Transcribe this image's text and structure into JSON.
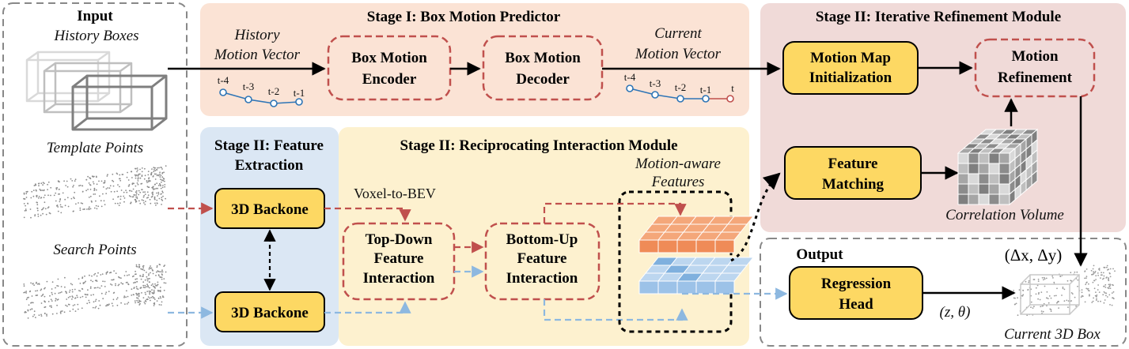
{
  "input": {
    "title": "Input",
    "history_boxes": "History Boxes",
    "template_points": "Template Points",
    "search_points": "Search Points"
  },
  "stage1": {
    "title": "Stage I: Box Motion Predictor",
    "history_label_1": "History",
    "history_label_2": "Motion Vector",
    "encoder_1": "Box Motion",
    "encoder_2": "Encoder",
    "decoder_1": "Box Motion",
    "decoder_2": "Decoder",
    "current_label_1": "Current",
    "current_label_2": "Motion Vector",
    "hist_ticks": [
      "t-4",
      "t-3",
      "t-2",
      "t-1"
    ],
    "curr_ticks": [
      "t-4",
      "t-3",
      "t-2",
      "t-1",
      "t"
    ]
  },
  "stage2_feature": {
    "title_1": "Stage II: Feature",
    "title_2": "Extraction",
    "backbone_top": "3D Backone",
    "backbone_bottom": "3D Backone"
  },
  "stage2_interaction": {
    "title": "Stage II: Reciprocating Interaction Module",
    "voxel_label": "Voxel-to-BEV",
    "topdown_1": "Top-Down",
    "topdown_2": "Feature",
    "topdown_3": "Interaction",
    "bottomup_1": "Bottom-Up",
    "bottomup_2": "Feature",
    "bottomup_3": "Interaction",
    "motion_aware_1": "Motion-aware",
    "motion_aware_2": "Features"
  },
  "stage2_refine": {
    "title": "Stage II: Iterative Refinement Module",
    "init_1": "Motion Map",
    "init_2": "Initialization",
    "refine_1": "Motion",
    "refine_2": "Refinement",
    "matching_1": "Feature",
    "matching_2": "Matching",
    "correlation": "Correlation Volume"
  },
  "output": {
    "title": "Output",
    "regression_1": "Regression",
    "regression_2": "Head",
    "delta_label": "(Δx, Δy)",
    "z_label": "(z, θ)",
    "current_box": "Current 3D Box"
  },
  "colors": {
    "stage1_bg": "#fbe3d5",
    "feature_bg": "#dbe7f4",
    "interaction_bg": "#fdf1cf",
    "refine_bg": "#f0dad8",
    "module_fill": "#fdd863",
    "red_dash": "#c0504d",
    "blue_dash": "#8db8e0",
    "orange_cube": "#f4a77a",
    "blue_cube": "#bcd6ef"
  }
}
